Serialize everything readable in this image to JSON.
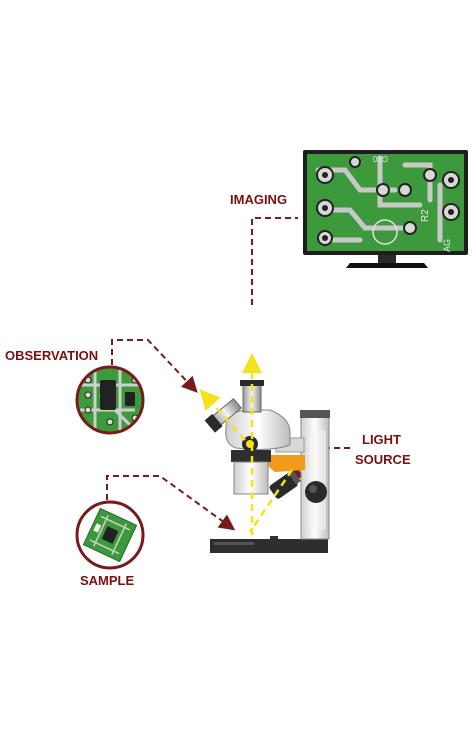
{
  "labels": {
    "imaging": "IMAGING",
    "observation": "OBSERVATION",
    "light_line1": "LIGHT",
    "light_line2": "SOURCE",
    "sample": "SAMPLE"
  },
  "monitor_text": {
    "top": "G50",
    "r2": "R2",
    "side": "AG"
  },
  "colors": {
    "label": "#7a1010",
    "connector": "#7a1a1a",
    "light_beam": "#f4e21a",
    "pcb_green": "#3c9a3c",
    "copper": "#c8c8c8",
    "bezel": "#1e1e1e",
    "lamp_orange": "#f29a1c"
  }
}
